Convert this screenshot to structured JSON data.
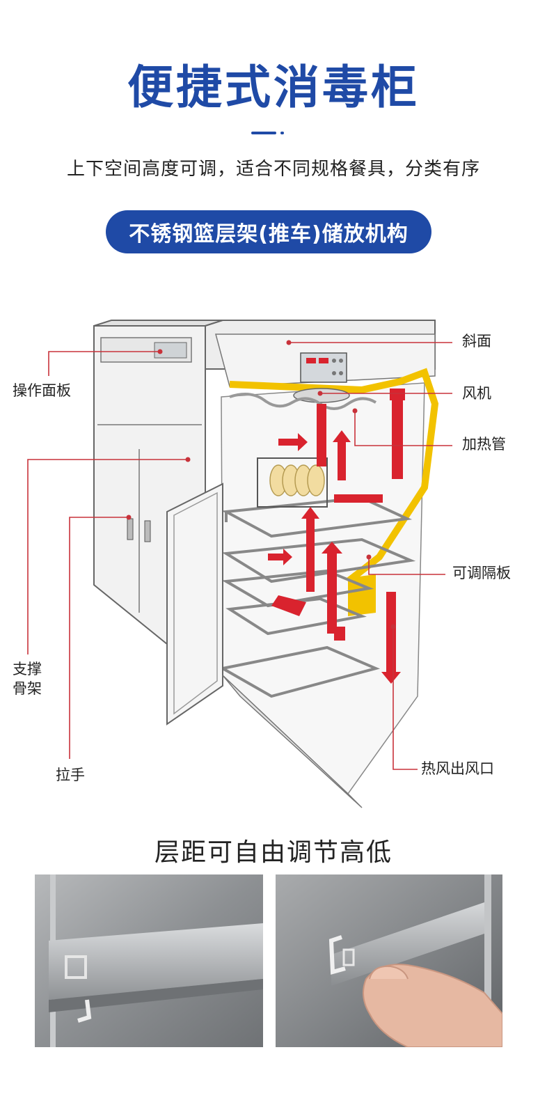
{
  "header": {
    "title": "便捷式消毒柜",
    "subtitle": "上下空间高度可调，适合不同规格餐具，分类有序",
    "badge": "不锈钢篮层架(推车)储放机构"
  },
  "diagram": {
    "labels": {
      "slope": "斜面",
      "fan": "风机",
      "heater": "加热管",
      "partition": "可调隔板",
      "outlet": "热风出风口",
      "panel": "操作面板",
      "frame_line1": "支撑",
      "frame_line2": "骨架",
      "handle": "拉手"
    }
  },
  "section2": {
    "title": "层距可自由调节高低"
  },
  "colors": {
    "brand_blue": "#1f4aa6",
    "arrow_red": "#d9232e",
    "duct_yellow": "#f2c200",
    "leader_red": "#c8323a"
  }
}
